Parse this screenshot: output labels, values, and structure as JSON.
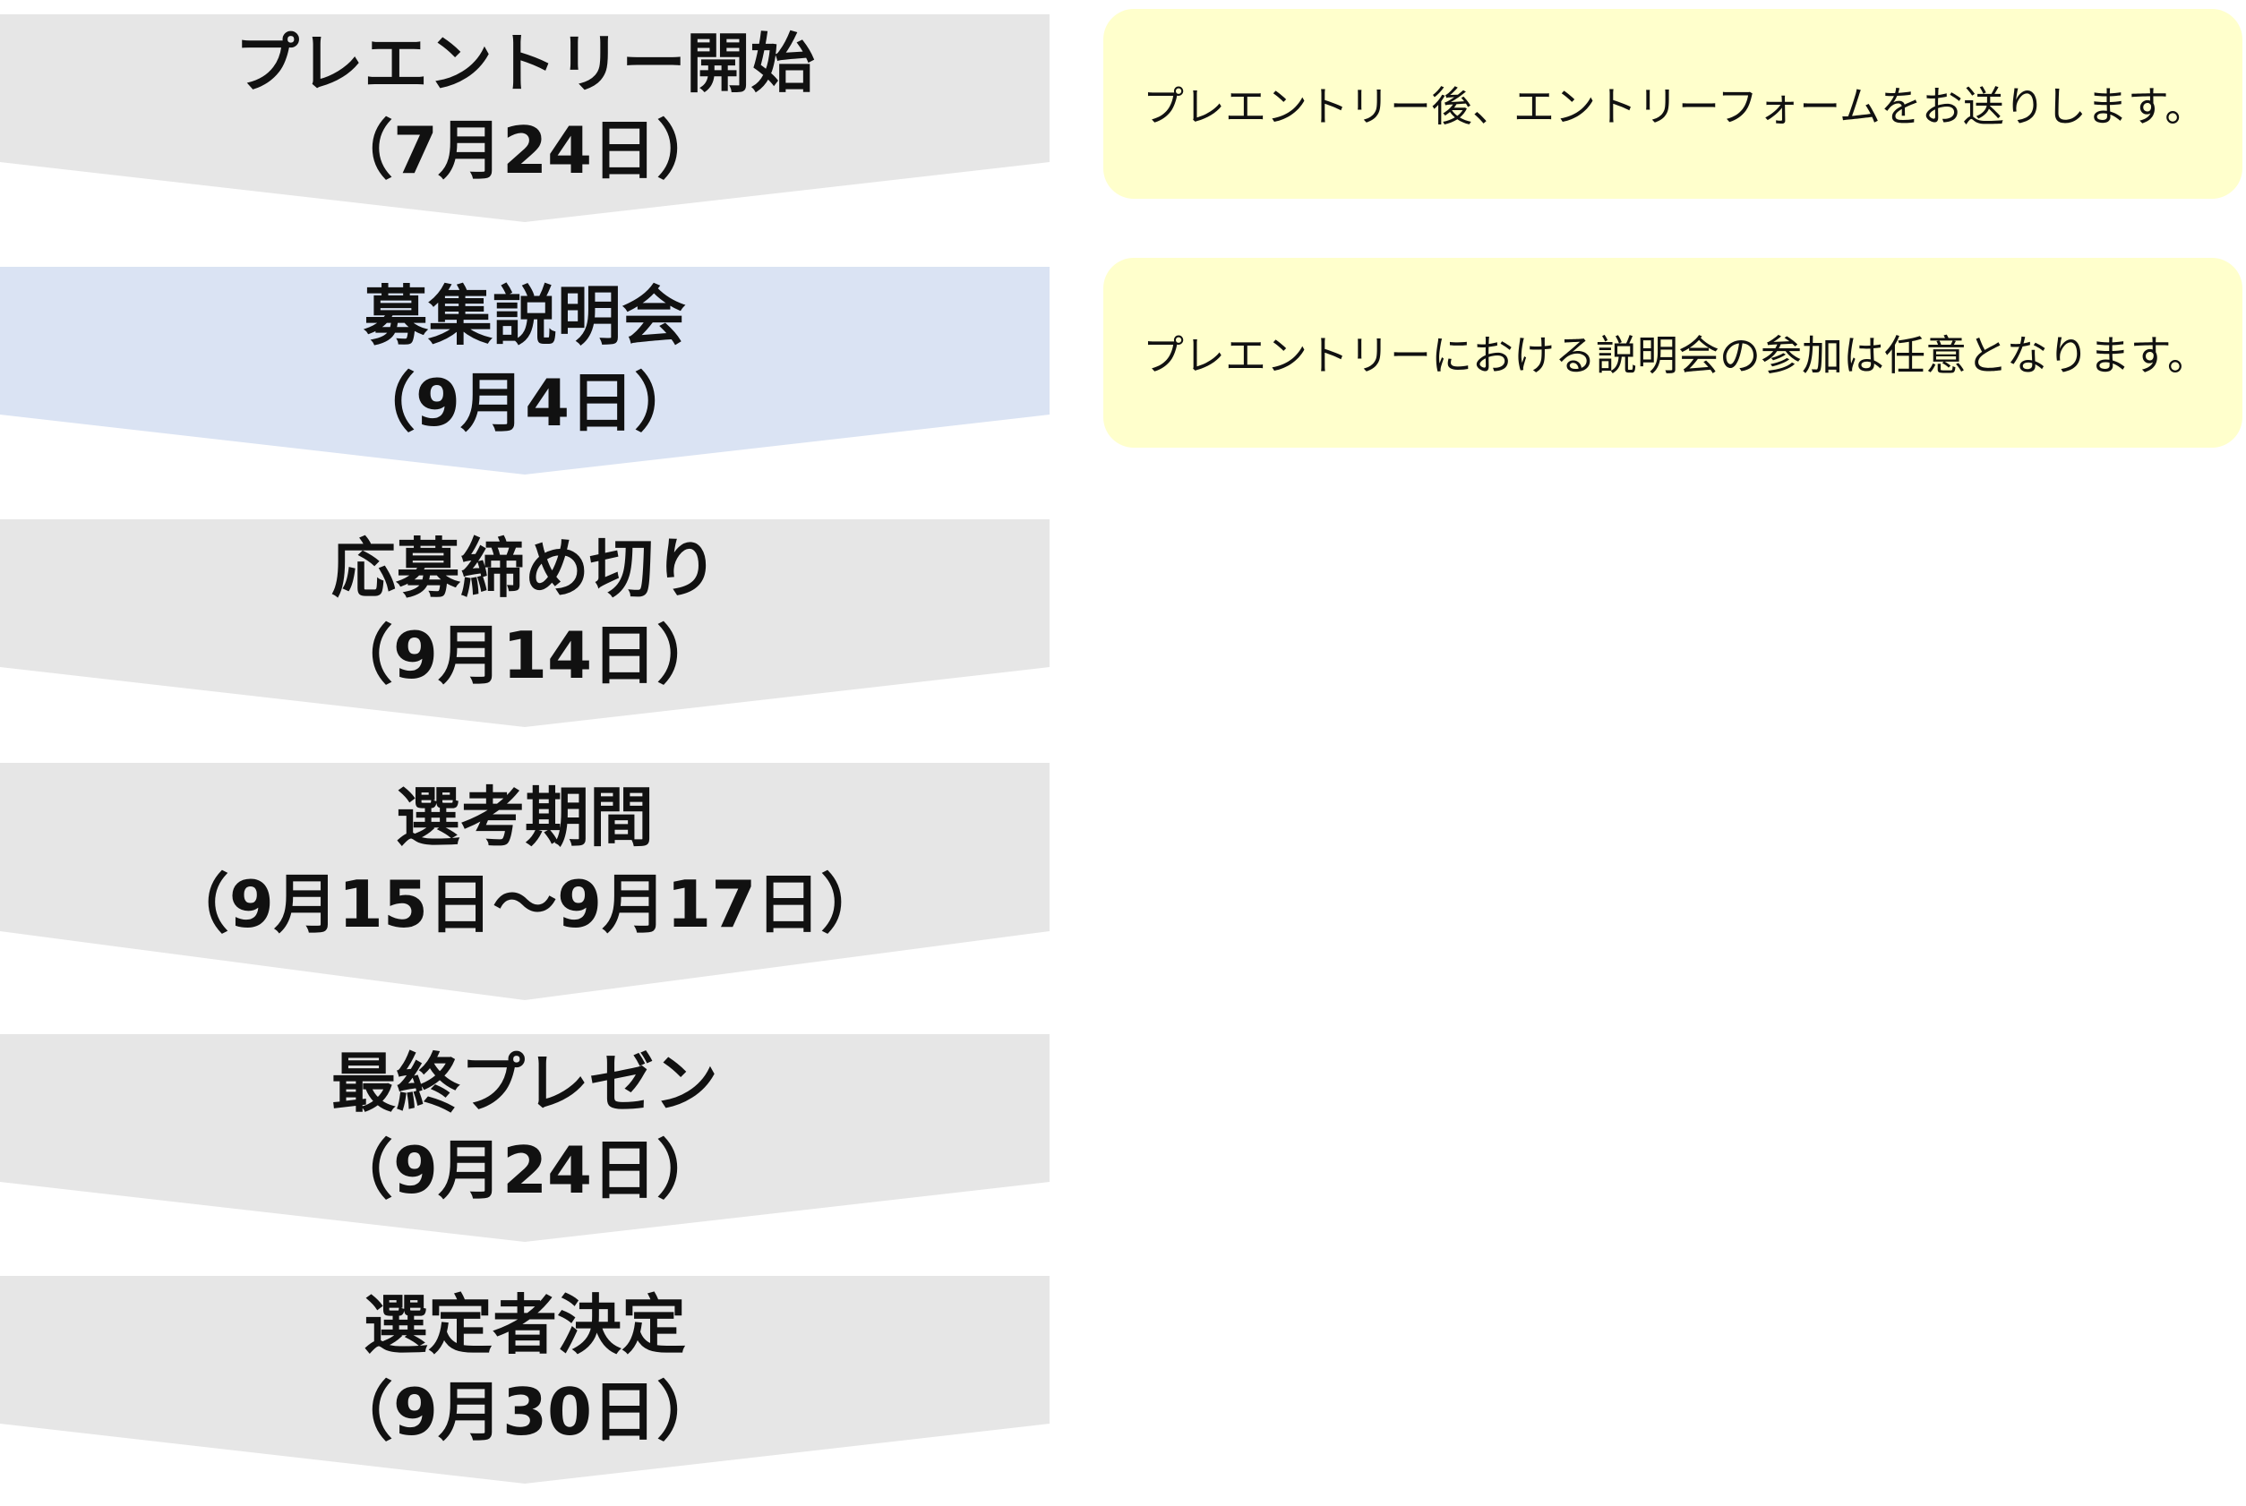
{
  "colors": {
    "step_default": "#e6e6e6",
    "step_highlight": "#dae3f3",
    "note_background": "#ffffcc",
    "text": "#111111"
  },
  "steps": [
    {
      "title": "プレエントリー開始",
      "date": "（7月24日）"
    },
    {
      "title": "募集説明会",
      "date": "（9月4日）"
    },
    {
      "title": "応募締め切り",
      "date": "（9月14日）"
    },
    {
      "title": "選考期間",
      "date": "（9月15日～9月17日）"
    },
    {
      "title": "最終プレゼン",
      "date": "（9月24日）"
    },
    {
      "title": "選定者決定",
      "date": "（9月30日）"
    }
  ],
  "notes": [
    {
      "text": "プレエントリー後、エントリーフォームをお送りします。"
    },
    {
      "text": "プレエントリーにおける説明会の参加は任意となります。"
    }
  ]
}
